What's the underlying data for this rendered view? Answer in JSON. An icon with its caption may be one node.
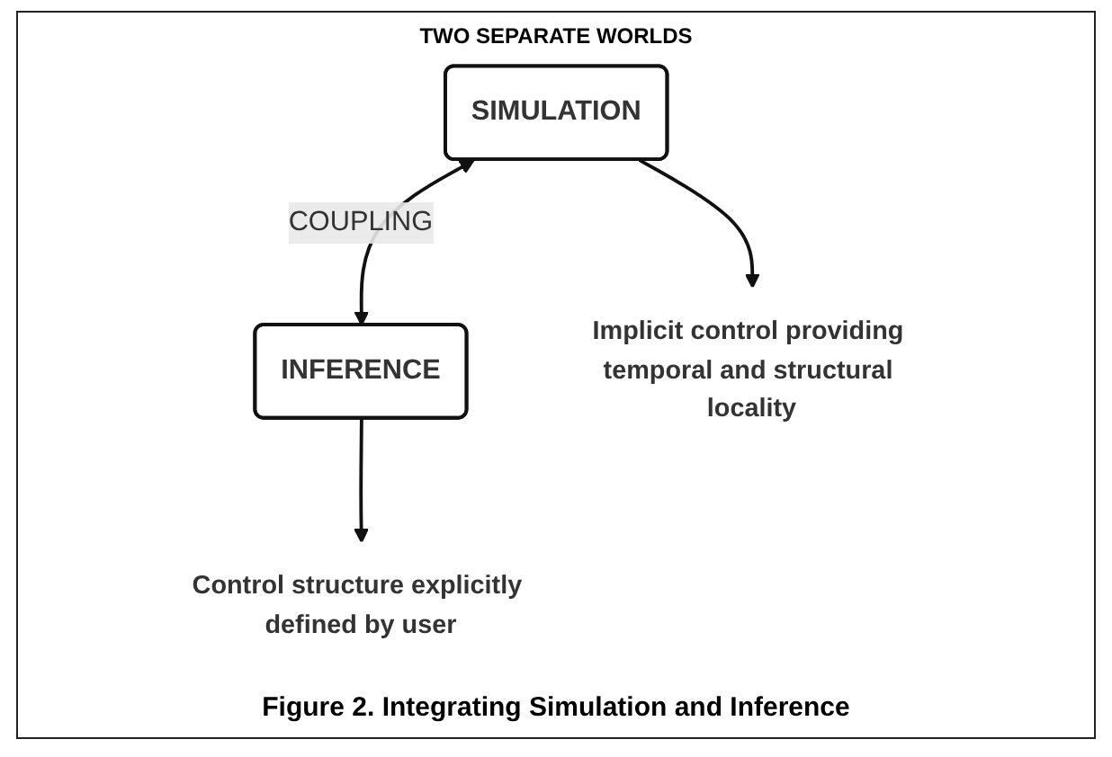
{
  "diagram": {
    "caption": "Figure 2. Integrating Simulation and Inference",
    "nodes": [
      {
        "text": [
          "SIMULATION"
        ]
      },
      {
        "text": [
          "INFERENCE"
        ]
      },
      {
        "text": [
          "Implicit control providing temporal and structural locality"
        ]
      },
      {
        "text": [
          "Control structure explicitly defined by user"
        ]
      }
    ],
    "edges": [
      {
        "from": 0,
        "to": 1,
        "arrow": "both",
        "label": "COUPLING"
      },
      {
        "from": 0,
        "to": 2,
        "arrow": "to"
      },
      {
        "from": 1,
        "to": 3,
        "arrow": "to"
      }
    ],
    "labels": [
      "TWO SEPARATE WORLDS"
    ]
  }
}
